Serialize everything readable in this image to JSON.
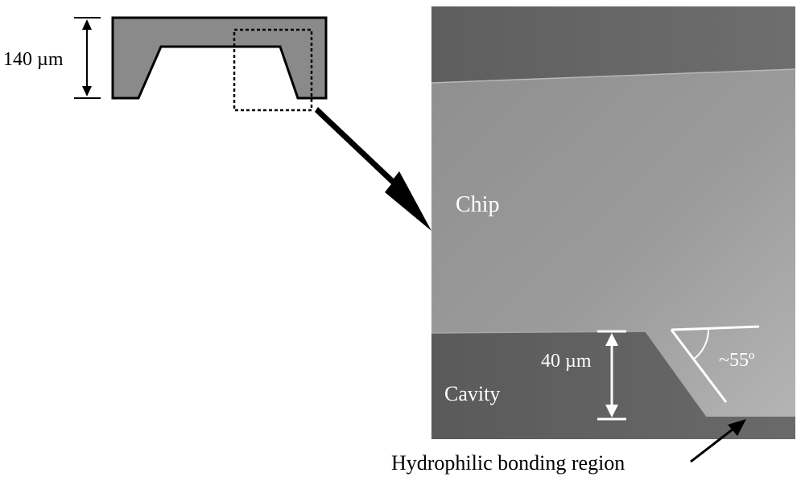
{
  "schematic": {
    "height_label": "140 µm"
  },
  "sem_image": {
    "chip_label": "Chip",
    "cavity_label": "Cavity",
    "depth_label": "40 µm",
    "angle_label": "~55º"
  },
  "annotation": {
    "bonding_region_label": "Hydrophilic bonding region"
  },
  "colors": {
    "schematic_fill": "#8a8a8a",
    "sem_chip": "#9a9a9a",
    "sem_background": "#666666",
    "label_light": "#ffffff",
    "label_dark": "#000000"
  }
}
